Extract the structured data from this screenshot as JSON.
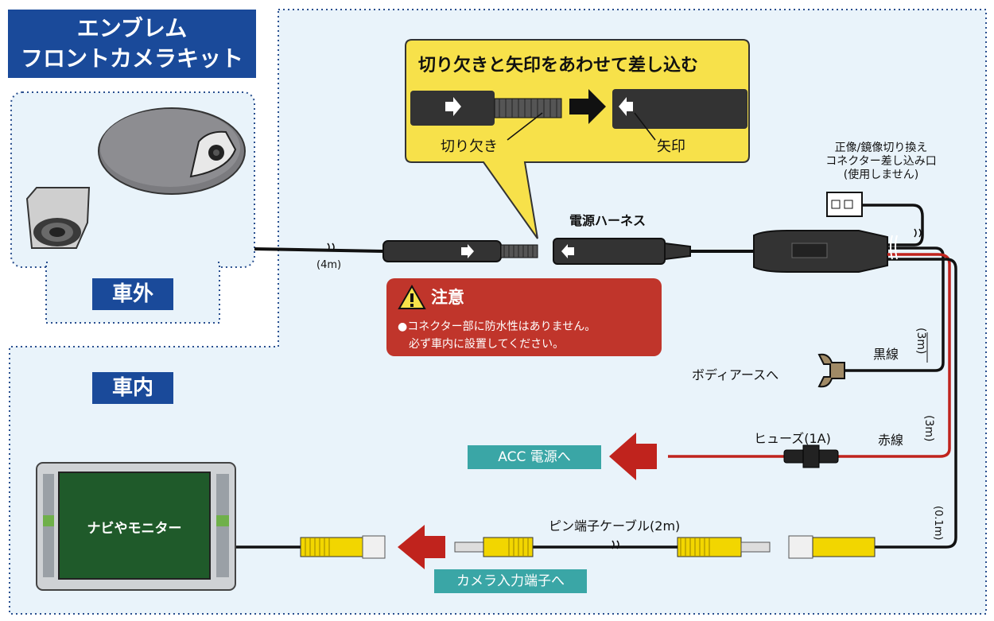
{
  "title": {
    "line1": "エンブレム",
    "line2": "フロントカメラキット"
  },
  "zones": {
    "outside": "車外",
    "inside": "車内"
  },
  "callout": {
    "title": "切り欠きと矢印をあわせて差し込む",
    "notch": "切り欠き",
    "arrow": "矢印"
  },
  "labels": {
    "camera_cable_length": "(4m)",
    "power_harness": "電源ハーネス",
    "mirror_connector_line1": "正像/鏡像切り換え",
    "mirror_connector_line2": "コネクター差し込み口",
    "mirror_connector_line3": "(使用しません)",
    "black_wire": "黒線",
    "black_wire_length": "(3m)",
    "body_earth": "ボディアースへ",
    "fuse": "ヒューズ(1A)",
    "red_wire": "赤線",
    "red_wire_length": "(3m)",
    "acc_power": "ACC 電源へ",
    "video_out_length": "(0.1m)",
    "pin_cable": "ピン端子ケーブル(2m)",
    "camera_input": "カメラ入力端子へ",
    "monitor": "ナビやモニター"
  },
  "caution": {
    "heading": "注意",
    "line1": "●コネクター部に防水性はありません。",
    "line2": "必ず車内に設置してください。"
  },
  "colors": {
    "navy": "#1a4a9a",
    "teal": "#3aa6a6",
    "callout_yellow": "#f7e14a",
    "caution_red": "#c0352b",
    "wire_red": "#c0231d",
    "rca_yellow": "#f2d600",
    "zone_bg": "#e9f3fa"
  },
  "icons": [
    "warning-triangle-icon",
    "arrow-right-icon",
    "arrow-left-icon",
    "wrench-terminal-icon"
  ]
}
